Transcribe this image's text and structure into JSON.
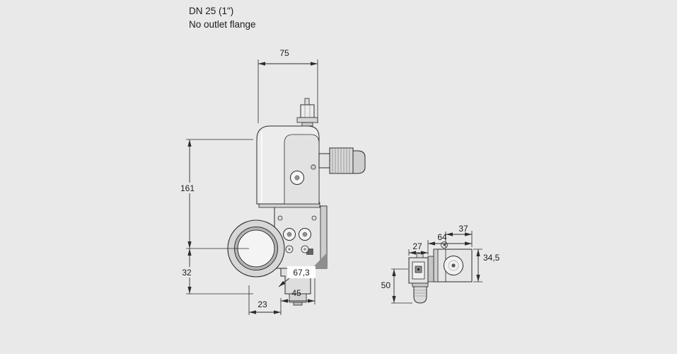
{
  "title": {
    "line1": "DN 25 (1\")",
    "line2": "No outlet flange"
  },
  "front_view": {
    "dims": {
      "width_top": "75",
      "height_upper": "161",
      "height_lower": "32",
      "offset_bottom": "23",
      "width_bottom": "45",
      "diagonal": "67,3"
    }
  },
  "side_view": {
    "dims": {
      "depth_connector": "27",
      "depth_total": "64",
      "depth_housing": "37",
      "height_body": "34,5",
      "height_lower": "50"
    }
  },
  "colors": {
    "background": "#e9e9e9",
    "line": "#2b2b2b",
    "text": "#1c1c1c",
    "label_bg": "#ffffff"
  }
}
